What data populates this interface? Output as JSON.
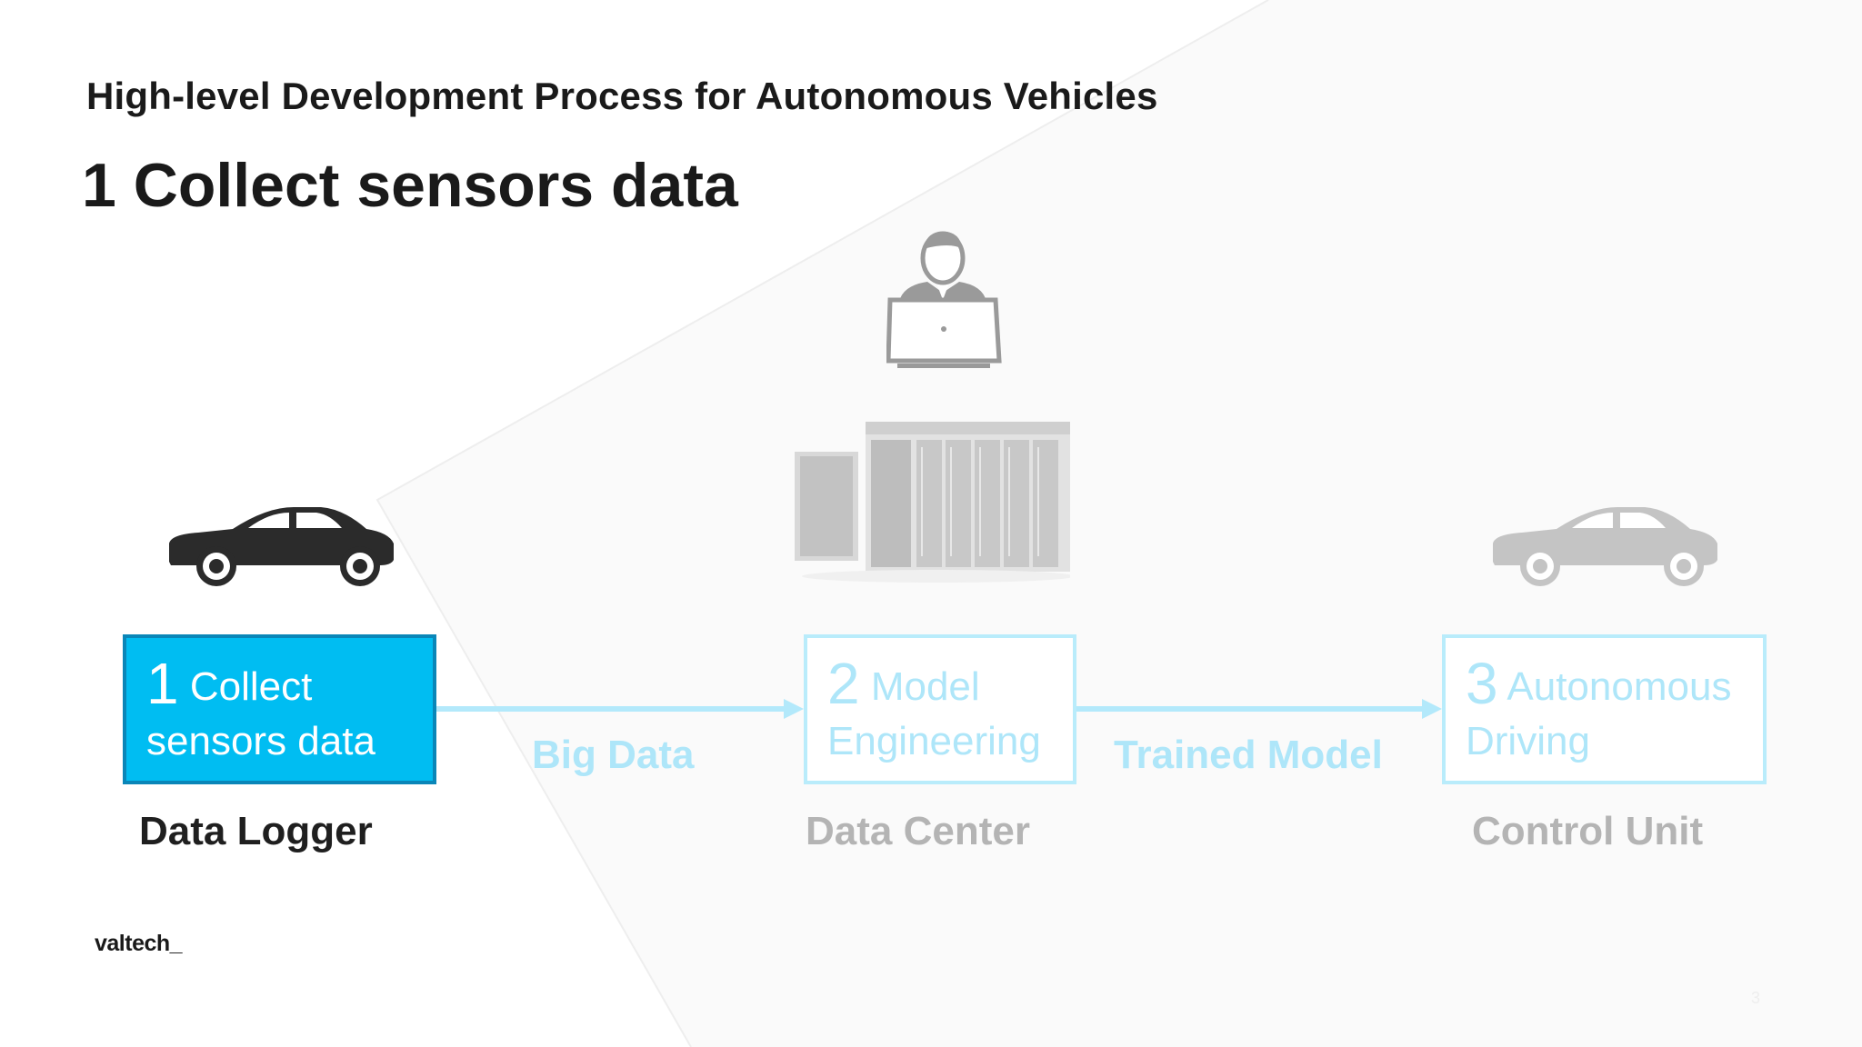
{
  "header": {
    "supertitle": "High-level Development Process for Autonomous Vehicles",
    "title": "1 Collect sensors data"
  },
  "steps": [
    {
      "number": "1",
      "line1": "Collect",
      "line2": "sensors data",
      "location": "Data Logger",
      "state": "active"
    },
    {
      "number": "2",
      "line1": "Model",
      "line2": "Engineering",
      "location": "Data Center",
      "state": "inactive"
    },
    {
      "number": "3",
      "line1": "Autonomous",
      "line2": "Driving",
      "location": "Control Unit",
      "state": "inactive"
    }
  ],
  "flows": [
    {
      "label": "Big Data"
    },
    {
      "label": "Trained Model"
    }
  ],
  "icons": {
    "car_left": "car-icon",
    "engineer": "person-laptop-icon",
    "servers": "server-rack-icon",
    "car_right": "car-icon"
  },
  "footer": {
    "logo": "valtech_",
    "page_number": "3"
  },
  "colors": {
    "active_fill": "#00bdf2",
    "active_border": "#0a86b8",
    "inactive_border": "#b9ecfb",
    "inactive_text": "#aee6f9",
    "arrow": "#b3e9fb"
  }
}
